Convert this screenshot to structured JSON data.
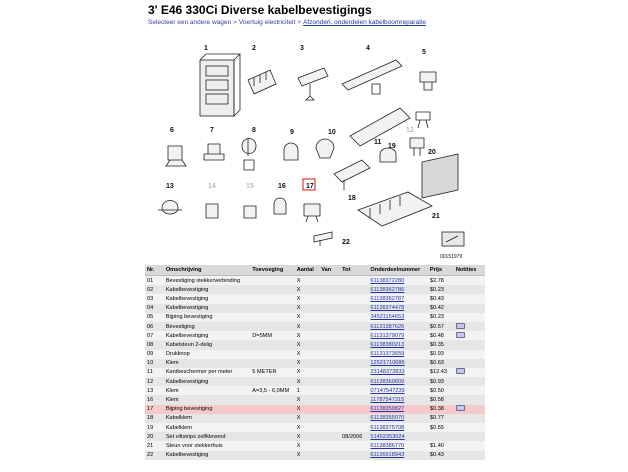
{
  "page": {
    "title": "3' E46 330Ci Diverse kabelbevestigings",
    "breadcrumb": [
      {
        "label": "Selecteer een andere wagen",
        "current": false
      },
      {
        "label": "Voertuig electriciteit",
        "current": false
      },
      {
        "label": "Afzonderl. onderdelen kabelboomreparatie",
        "current": true
      }
    ],
    "breadcrumb_sep": ">"
  },
  "diagram": {
    "numbers": [
      "1",
      "2",
      "3",
      "4",
      "5",
      "6",
      "7",
      "8",
      "9",
      "10",
      "11",
      "12",
      "13",
      "14",
      "15",
      "16",
      "17",
      "18",
      "19",
      "20",
      "21",
      "22"
    ],
    "selected": "17",
    "code": "00151979"
  },
  "table": {
    "headers": [
      "Nr.",
      "Omschrijving",
      "Toevoeging",
      "Aantal",
      "Van",
      "Tot",
      "Onderdeelnummer",
      "Prijs",
      "Notities"
    ],
    "rows": [
      {
        "nr": "01",
        "desc": "Bevestiging stekkerverbinding",
        "extra": "",
        "qty": "X",
        "from": "",
        "to": "",
        "part": "61138372280",
        "price": "$2.78",
        "cart": false
      },
      {
        "nr": "02",
        "desc": "Kabelbevestiging",
        "extra": "",
        "qty": "X",
        "from": "",
        "to": "",
        "part": "61138362786",
        "price": "$0.23",
        "cart": false
      },
      {
        "nr": "03",
        "desc": "Kabelbevestiging",
        "extra": "",
        "qty": "X",
        "from": "",
        "to": "",
        "part": "61138362787",
        "price": "$0.43",
        "cart": false
      },
      {
        "nr": "04",
        "desc": "Kabelbevestiging",
        "extra": "",
        "qty": "X",
        "from": "",
        "to": "",
        "part": "61138374478",
        "price": "$0.42",
        "cart": false
      },
      {
        "nr": "05",
        "desc": "Bijping bevestiging",
        "extra": "",
        "qty": "X",
        "from": "",
        "to": "",
        "part": "34521154653",
        "price": "$0.23",
        "cart": false
      },
      {
        "nr": "06",
        "desc": "Bevestiging",
        "extra": "",
        "qty": "X",
        "from": "",
        "to": "",
        "part": "61131387626",
        "price": "$0.57",
        "cart": true
      },
      {
        "nr": "07",
        "desc": "Kabelbevestiging",
        "extra": "D=5MM",
        "qty": "X",
        "from": "",
        "to": "",
        "part": "61131379079",
        "price": "$0.48",
        "cart": true
      },
      {
        "nr": "08",
        "desc": "Kabelsteun 2-delig",
        "extra": "",
        "qty": "X",
        "from": "",
        "to": "",
        "part": "61138380213",
        "price": "$0.35",
        "cart": false
      },
      {
        "nr": "09",
        "desc": "Drukknop",
        "extra": "",
        "qty": "X",
        "from": "",
        "to": "",
        "part": "61131373659",
        "price": "$0.93",
        "cart": false
      },
      {
        "nr": "10",
        "desc": "Klem",
        "extra": "",
        "qty": "X",
        "from": "",
        "to": "",
        "part": "12521710686",
        "price": "$0.63",
        "cart": false
      },
      {
        "nr": "11",
        "desc": "Kantbeschermer per meter",
        "extra": "5 METER",
        "qty": "X",
        "from": "",
        "to": "",
        "part": "23148372833",
        "price": "$12.43",
        "cart": true
      },
      {
        "nr": "12",
        "desc": "Kabelbevestiging",
        "extra": "",
        "qty": "X",
        "from": "",
        "to": "",
        "part": "61138360609",
        "price": "$0.93",
        "cart": false
      },
      {
        "nr": "13",
        "desc": "Klem",
        "extra": "A=3,5 - 6,0MM",
        "qty": "1",
        "from": "",
        "to": "",
        "part": "07147547239",
        "price": "$0.50",
        "cart": false
      },
      {
        "nr": "16",
        "desc": "Klem",
        "extra": "",
        "qty": "X",
        "from": "",
        "to": "",
        "part": "11787547315",
        "price": "$0.58",
        "cart": false
      },
      {
        "nr": "17",
        "desc": "Bijping bevestiging",
        "extra": "",
        "qty": "X",
        "from": "",
        "to": "",
        "part": "61138350827",
        "price": "$0.38",
        "cart": true,
        "highlight": true
      },
      {
        "nr": "18",
        "desc": "Kabelklem",
        "extra": "",
        "qty": "X",
        "from": "",
        "to": "",
        "part": "61138355070",
        "price": "$0.77",
        "cart": false
      },
      {
        "nr": "19",
        "desc": "Kabelklem",
        "extra": "",
        "qty": "X",
        "from": "",
        "to": "",
        "part": "61138375708",
        "price": "$0.55",
        "cart": false
      },
      {
        "nr": "20",
        "desc": "Set viltstrips zelfklevend",
        "extra": "",
        "qty": "X",
        "from": "",
        "to": "08/2006",
        "part": "51452353024",
        "price": "",
        "cart": false
      },
      {
        "nr": "21",
        "desc": "Steun voor stekkerhuis",
        "extra": "",
        "qty": "X",
        "from": "",
        "to": "",
        "part": "61138386770",
        "price": "$1.40",
        "cart": false
      },
      {
        "nr": "22",
        "desc": "Kabelbevestiging",
        "extra": "",
        "qty": "X",
        "from": "",
        "to": "",
        "part": "61136918943",
        "price": "$0.43",
        "cart": false
      }
    ]
  }
}
